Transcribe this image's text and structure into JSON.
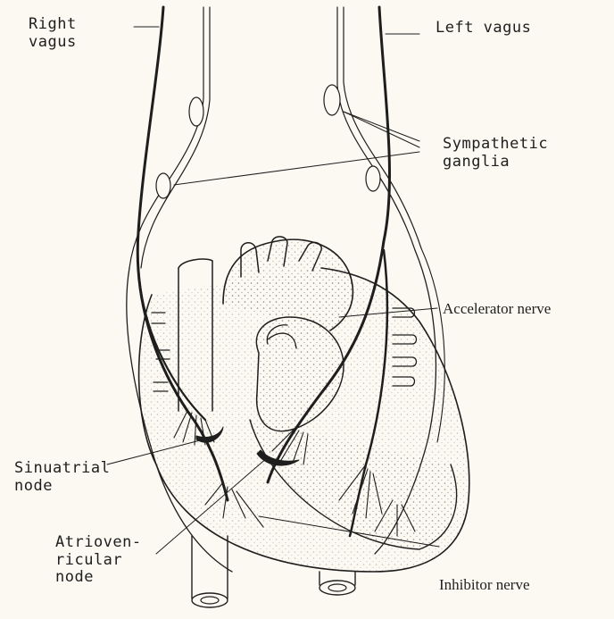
{
  "labels": {
    "right_vagus": "Right\nvagus",
    "left_vagus": "Left vagus",
    "sympathetic_ganglia": "Sympathetic\nganglia",
    "accelerator_nerve": "Accelerator nerve",
    "sinuatrial_node": "Sinuatrial\nnode",
    "atrioventricular_node": "Atrioven-\nricular\nnode",
    "inhibitor_nerve": "Inhibitor nerve"
  },
  "colors": {
    "background": "#fbf9f1",
    "ink": "#1e1e1e",
    "stipple": "#555555"
  }
}
